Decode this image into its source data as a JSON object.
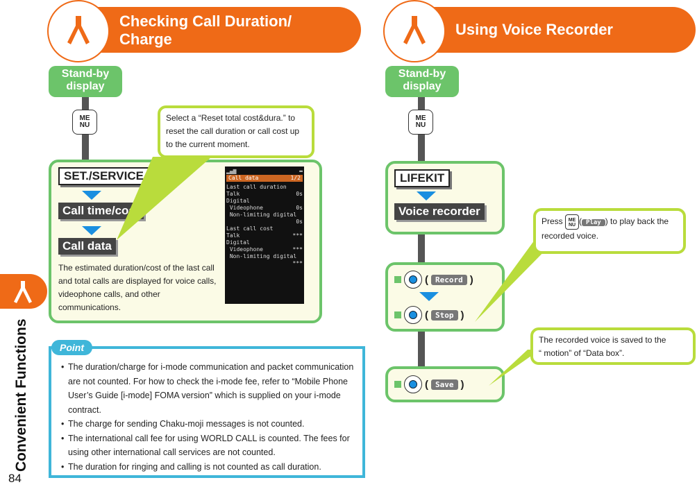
{
  "side": {
    "title": "Convenient Functions",
    "page_number": "84"
  },
  "left": {
    "header": {
      "line1": "Checking Call Duration/",
      "line2": "Charge"
    },
    "standby": {
      "line1": "Stand-by",
      "line2": "display"
    },
    "menu_key": {
      "top": "ME",
      "bottom": "NU"
    },
    "steps": [
      "SET./SERVICE",
      "Call time/cost",
      "Call data"
    ],
    "description": "The estimated duration/cost of the last call and total calls are displayed for voice calls, videophone calls, and other communications.",
    "callout": "Select a “Reset total cost&dura.” to reset the call duration or call cost up to the current moment.",
    "phone": {
      "title": "Call data",
      "page": "1/2",
      "lines": [
        [
          "Last call duration",
          ""
        ],
        [
          "Talk",
          "0s"
        ],
        [
          "Digital",
          ""
        ],
        [
          " Videophone",
          "0s"
        ],
        [
          " Non-limiting digital",
          ""
        ],
        [
          "",
          "0s"
        ],
        [
          "Last call cost",
          ""
        ],
        [
          "Talk",
          "***"
        ],
        [
          "Digital",
          ""
        ],
        [
          " Videophone",
          "***"
        ],
        [
          " Non-limiting digital",
          ""
        ],
        [
          "",
          "***"
        ]
      ]
    },
    "point": {
      "tag": "Point",
      "items": [
        "The duration/charge for i-mode communication and packet communication are not counted. For how to check the i-mode fee, refer to “Mobile Phone User’s Guide [i-mode] FOMA version” which is supplied on your i-mode contract.",
        "The charge for sending Chaku-moji messages is not counted.",
        "The international call fee for using WORLD CALL is counted. The fees for using other international call services are not counted.",
        "The duration for ringing and calling is not counted as call duration."
      ]
    }
  },
  "right": {
    "header": "Using Voice Recorder",
    "standby": {
      "line1": "Stand-by",
      "line2": "display"
    },
    "menu_key": {
      "top": "ME",
      "bottom": "NU"
    },
    "steps": [
      "LIFEKIT",
      "Voice recorder"
    ],
    "record_key": "Record",
    "stop_key": "Stop",
    "save_key": "Save",
    "callout_play": {
      "prefix": "Press",
      "softkey": "Play",
      "suffix": ") to play back the recorded voice."
    },
    "callout_saved": {
      "line1": "The recorded voice is saved to the",
      "line2": "“ motion” of “Data box”."
    }
  },
  "colors": {
    "orange": "#ef6a17",
    "green": "#6cc46a",
    "lime": "#b9dc3c",
    "cyan": "#3fb6d9",
    "blue": "#1a8fe0"
  }
}
